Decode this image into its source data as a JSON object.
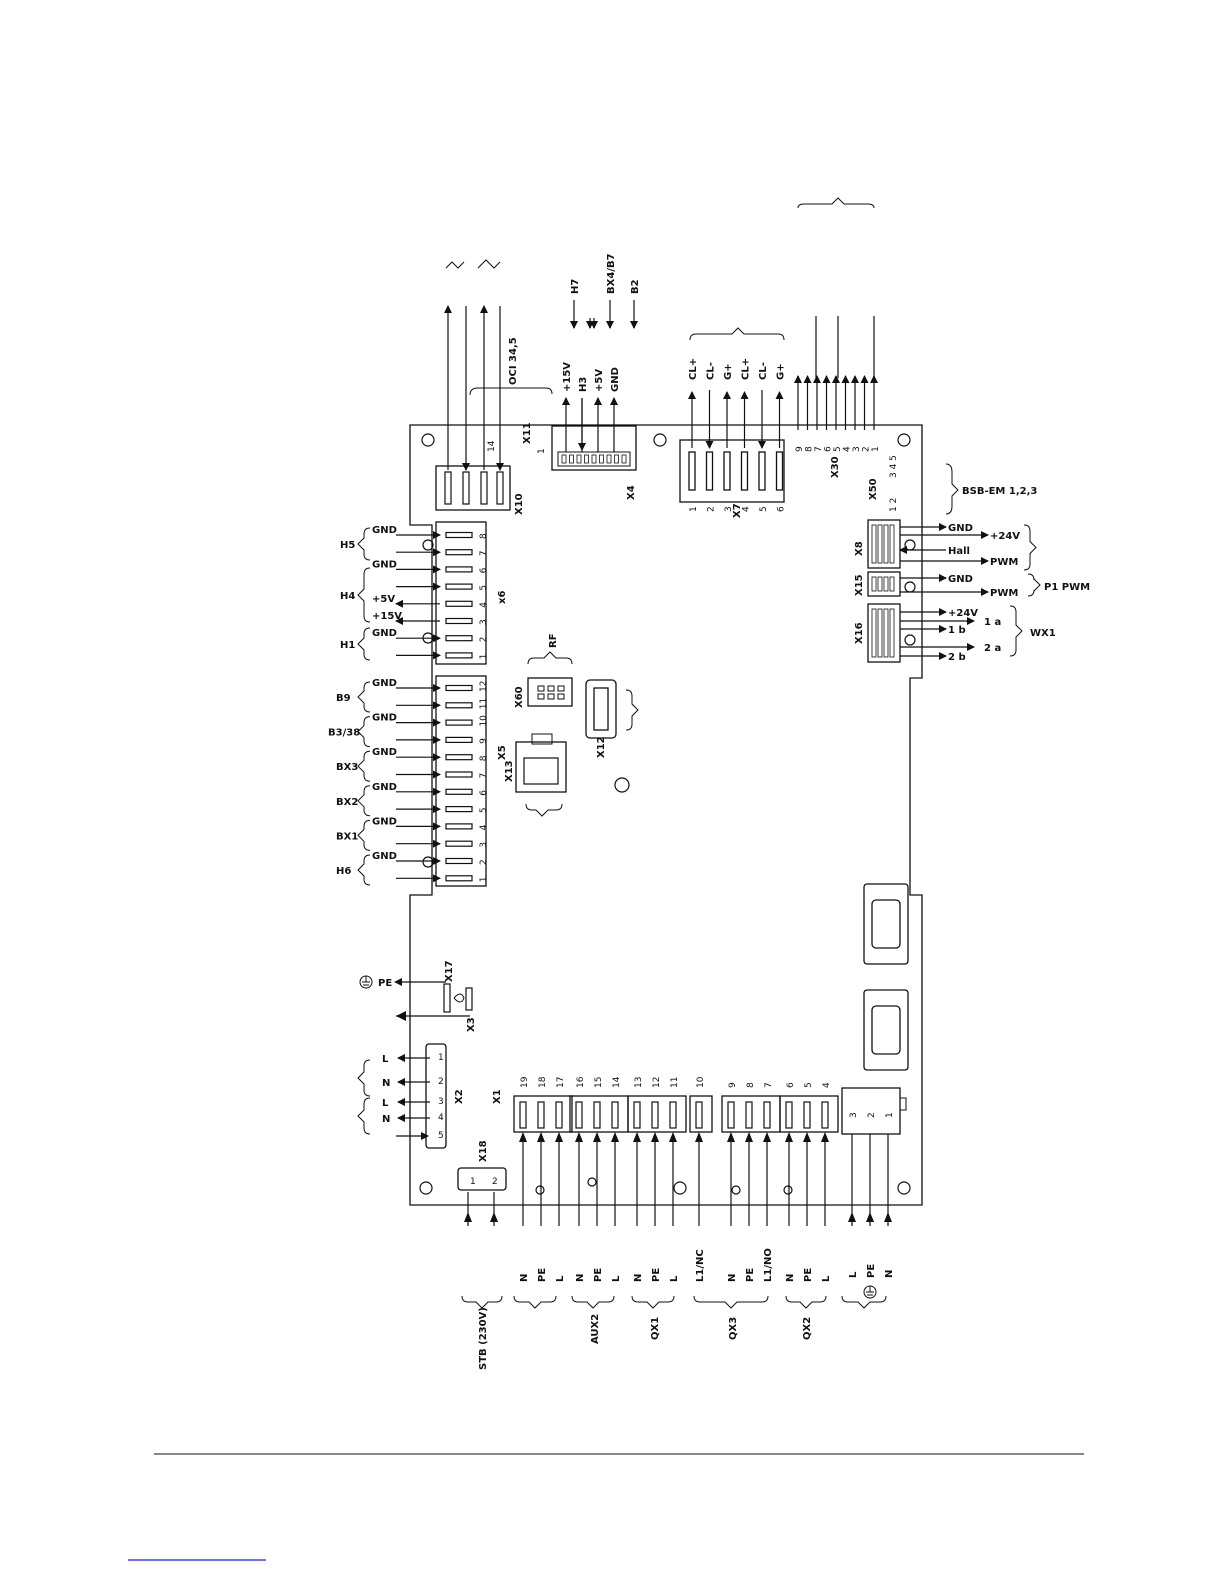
{
  "connectors": {
    "X10": {
      "name": "X10",
      "label": "OCI 34,5",
      "pin_label": "14"
    },
    "X11": {
      "name": "X11",
      "pin_label": "1"
    },
    "X4": {
      "name": "X4",
      "signals": [
        "+15V",
        "H3",
        "+5V",
        "GND"
      ],
      "external": [
        "H7",
        "BX4/B7",
        "B2"
      ]
    },
    "X7": {
      "name": "X7",
      "signals": [
        "CL+",
        "CL-",
        "G+",
        "CL+",
        "CL-",
        "G+"
      ],
      "pins": [
        "1",
        "2",
        "3",
        "4",
        "5",
        "6"
      ]
    },
    "X30": {
      "name": "X30",
      "pins": [
        "9",
        "8",
        "7",
        "6",
        "5",
        "4",
        "3",
        "2",
        "1"
      ]
    },
    "X50": {
      "name": "X50",
      "pins": [
        "1 2",
        "3 4 5"
      ],
      "group": "BSB-EM 1,2,3"
    },
    "X8": {
      "name": "X8",
      "signals": [
        "GND",
        "+24V",
        "Hall",
        "PWM"
      ]
    },
    "X15": {
      "name": "X15",
      "signals": [
        "GND",
        "PWM"
      ],
      "group": "P1 PWM"
    },
    "X16": {
      "name": "X16",
      "signals": [
        "+24V",
        "1 a",
        "1 b",
        "2 a",
        "2 b"
      ],
      "group": "WX1"
    },
    "X6": {
      "name": "x6",
      "pins": [
        "8",
        "7",
        "6",
        "5",
        "4",
        "3",
        "2",
        "1"
      ],
      "signals": [
        "GND",
        "",
        "GND",
        "",
        "+5V",
        "+15V",
        "GND",
        ""
      ],
      "groups": [
        "H5",
        "H4",
        "H1"
      ]
    },
    "X5": {
      "name": "X5",
      "pins": [
        "12",
        "11",
        "10",
        "9",
        "8",
        "7",
        "6",
        "5",
        "4",
        "3",
        "2",
        "1"
      ],
      "signals": [
        "GND",
        "",
        "GND",
        "",
        "GND",
        "",
        "GND",
        "",
        "GND",
        "",
        "GND",
        ""
      ],
      "groups": [
        "B9",
        "B3/38",
        "BX3",
        "BX2",
        "BX1",
        "H6"
      ]
    },
    "X60": {
      "name": "X60",
      "label": "RF"
    },
    "X12": {
      "name": "X12"
    },
    "X13": {
      "name": "X13"
    },
    "X17": {
      "name": "X17",
      "signal": "PE"
    },
    "X3": {
      "name": "X3"
    },
    "X2": {
      "name": "X2",
      "signals": [
        "L",
        "N",
        "L",
        "N"
      ]
    },
    "X18": {
      "name": "X18",
      "group": "STB (230V)"
    },
    "X1": {
      "name": "X1",
      "pins": [
        "19",
        "18",
        "17",
        "16",
        "15",
        "14",
        "13",
        "12",
        "11",
        "10",
        "9",
        "8",
        "7",
        "6",
        "5",
        "4"
      ],
      "signals": [
        "N",
        "PE",
        "L",
        "N",
        "PE",
        "L",
        "N",
        "PE",
        "L",
        "L1/NC",
        "N",
        "PE",
        "L1/NO",
        "N",
        "PE",
        "L"
      ],
      "groups": [
        "AUX2",
        "QX1",
        "QX3",
        "QX2"
      ]
    },
    "MAINS": {
      "pins": [
        "3",
        "2",
        "1"
      ],
      "signals": [
        "L",
        "PE",
        "N"
      ]
    }
  },
  "colors": {
    "ink": "#111111",
    "paper": "#ffffff",
    "link": "#1a1aff"
  }
}
